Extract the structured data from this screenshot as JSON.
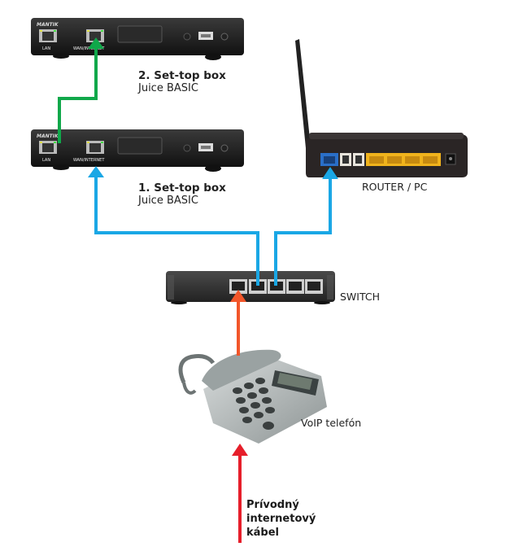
{
  "devices": {
    "stb2": {
      "title": "2. Set-top box",
      "model": "Juice BASIC",
      "brand": "MANTIK",
      "ports": [
        "LAN",
        "WAN/INTERNET",
        "SCART",
        "DIGITAL AUDIO COAXIAL",
        "USB 2.0",
        "POWER"
      ]
    },
    "stb1": {
      "title": "1. Set-top box",
      "model": "Juice BASIC",
      "brand": "MANTIK",
      "ports": [
        "LAN",
        "WAN/INTERNET",
        "SCART",
        "DIGITAL AUDIO COAXIAL",
        "USB 2.0",
        "POWER"
      ]
    },
    "router": {
      "label": "ROUTER / PC"
    },
    "switch": {
      "label": "SWITCH"
    },
    "phone": {
      "label": "VoIP telefón"
    }
  },
  "cable": {
    "label_lines": [
      "Prívodný",
      "internetový",
      "kábel"
    ]
  },
  "connections": [
    {
      "from": "stb1.LAN",
      "to": "stb2.WAN/INTERNET",
      "color": "#10a84a",
      "name": "green"
    },
    {
      "from": "switch.port2",
      "to": "stb1.WAN/INTERNET",
      "color": "#1aa7e5",
      "name": "blue"
    },
    {
      "from": "switch.port3",
      "to": "router.INTERNET",
      "color": "#1aa7e5",
      "name": "blue"
    },
    {
      "from": "phone",
      "to": "switch.port1",
      "color": "#f2562a",
      "name": "orange"
    },
    {
      "from": "internet",
      "to": "phone",
      "color": "#e61e2a",
      "name": "red"
    }
  ]
}
